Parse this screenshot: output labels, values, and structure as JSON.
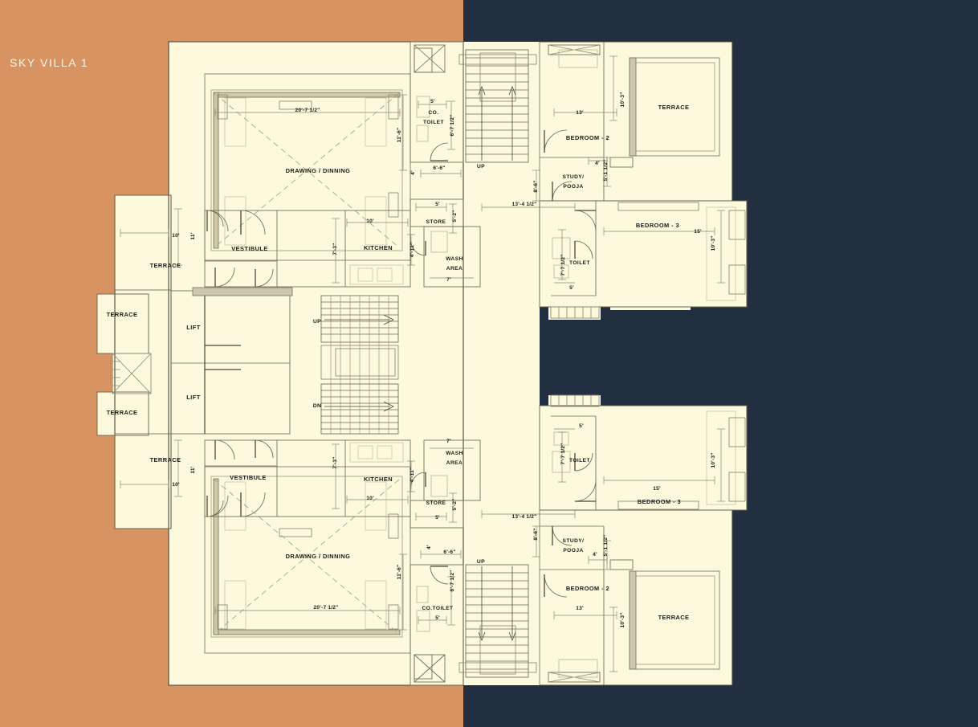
{
  "page": {
    "title": "SKY VILLA 1",
    "colors": {
      "panel_orange": "#d79361",
      "panel_navy": "#222f40",
      "plan_fill": "#fdf9dc",
      "plan_line": "#6f6a55",
      "plan_line_dark": "#3a372c",
      "text": "#1d1b16",
      "title_text": "#fdf6e8"
    }
  },
  "plan": {
    "name": "sky-villa-1-floor-plan",
    "type": "architectural-floor-plan",
    "orientation": "mirrored-duplex-pair",
    "units": {
      "upper": {
        "label": "upper-unit",
        "rooms": [
          {
            "name": "drawing-dinning",
            "label": "DRAWING / DINNING",
            "dims": [
              "20'-7 1/2\"",
              "11'-6\""
            ]
          },
          {
            "name": "terrace-west",
            "label": "TERRACE",
            "dims": [
              "10'",
              "11'"
            ]
          },
          {
            "name": "terrace-west-small-upper",
            "label": "TERRACE",
            "dims": []
          },
          {
            "name": "terrace-west-small-lower",
            "label": "TERRACE",
            "dims": []
          },
          {
            "name": "vestibule",
            "label": "VESTIBULE",
            "dims": []
          },
          {
            "name": "lift-1",
            "label": "LIFT",
            "dims": []
          },
          {
            "name": "lift-2",
            "label": "LIFT",
            "dims": []
          },
          {
            "name": "kitchen",
            "label": "KITCHEN",
            "dims": [
              "10'",
              "7'-3\""
            ]
          },
          {
            "name": "store",
            "label": "STORE",
            "dims": [
              "5'",
              "5'-2\""
            ]
          },
          {
            "name": "wash-area",
            "label": "WASH AREA",
            "dims": [
              "7'",
              "4'-11\""
            ]
          },
          {
            "name": "common-toilet",
            "label": "CO. TOILET",
            "dims": [
              "5'",
              "6'-7 1/2\""
            ]
          },
          {
            "name": "bedroom-2",
            "label": "BEDROOM - 2",
            "dims": [
              "13'",
              "10'-3\""
            ]
          },
          {
            "name": "study-pooja",
            "label": "STUDY/ POOJA",
            "dims": [
              "4'",
              "5'-1 1/2\""
            ]
          },
          {
            "name": "bedroom-3",
            "label": "BEDROOM - 3",
            "dims": [
              "15'",
              "10'-3\""
            ]
          },
          {
            "name": "toilet",
            "label": "TOILET",
            "dims": [
              "5'",
              "7'-7 1/2\""
            ]
          },
          {
            "name": "terrace-east",
            "label": "TERRACE",
            "dims": []
          }
        ],
        "corridor_dims": [
          "13'-4 1/2\"",
          "8'-6\"",
          "6'-6\"",
          "4'"
        ],
        "stair_labels": [
          "UP"
        ]
      },
      "lower": {
        "label": "lower-unit",
        "rooms": [
          {
            "name": "drawing-dinning",
            "label": "DRAWING / DINNING",
            "dims": [
              "20'-7 1/2\"",
              "11'-6\""
            ]
          },
          {
            "name": "terrace-west",
            "label": "TERRACE",
            "dims": [
              "10'",
              "11'"
            ]
          },
          {
            "name": "terrace-west-small-upper",
            "label": "TERRACE",
            "dims": []
          },
          {
            "name": "terrace-west-small-lower",
            "label": "TERRACE",
            "dims": []
          },
          {
            "name": "vestibule",
            "label": "VESTIBULE",
            "dims": []
          },
          {
            "name": "kitchen",
            "label": "KITCHEN",
            "dims": [
              "10'",
              "7'-3\""
            ]
          },
          {
            "name": "store",
            "label": "STORE",
            "dims": [
              "5'",
              "5'-2\""
            ]
          },
          {
            "name": "wash-area",
            "label": "WASH AREA",
            "dims": [
              "7'",
              "4'-11\""
            ]
          },
          {
            "name": "common-toilet",
            "label": "CO.TOILET",
            "dims": [
              "5'",
              "6'-7 1/2\""
            ]
          },
          {
            "name": "bedroom-2",
            "label": "BEDROOM - 2",
            "dims": [
              "13'",
              "10'-3\""
            ]
          },
          {
            "name": "study-pooja",
            "label": "STUDY/ POOJA",
            "dims": [
              "4'",
              "5'-1 1/2\""
            ]
          },
          {
            "name": "bedroom-3",
            "label": "BEDROOM - 3",
            "dims": [
              "15'",
              "10'-3\""
            ]
          },
          {
            "name": "toilet",
            "label": "TOILET",
            "dims": [
              "5'",
              "7'-7 1/2\""
            ]
          },
          {
            "name": "terrace-east",
            "label": "TERRACE",
            "dims": []
          }
        ],
        "corridor_dims": [
          "13'-4 1/2\"",
          "8'-6\"",
          "6'-6\"",
          "4'"
        ],
        "stair_labels": [
          "UP"
        ]
      },
      "core": {
        "label": "central-stair-core",
        "stair_labels": [
          "UP",
          "DN"
        ]
      }
    },
    "labels": {
      "drawing_dinning": "DRAWING / DINNING",
      "terrace": "TERRACE",
      "vestibule": "VESTIBULE",
      "lift": "LIFT",
      "kitchen": "KITCHEN",
      "store": "STORE",
      "wash_area_l1": "WASH",
      "wash_area_l2": "AREA",
      "co_toilet_l1": "CO.",
      "co_toilet_l2": "TOILET",
      "co_toilet_one_line": "CO.TOILET",
      "bedroom_2": "BEDROOM - 2",
      "bedroom_3": "BEDROOM - 3",
      "study_l1": "STUDY/",
      "study_l2": "POOJA",
      "toilet": "TOILET",
      "up": "UP",
      "dn": "DN"
    },
    "dimensions": {
      "d_20_7_half": "20'-7 1/2\"",
      "d_11_6": "11'-6\"",
      "d_10": "10'",
      "d_11": "11'",
      "d_7_3": "7'-3\"",
      "d_5": "5'",
      "d_5_2": "5'-2\"",
      "d_7": "7'",
      "d_4_11": "4'-11\"",
      "d_6_7_half": "6'-7 1/2\"",
      "d_6_6": "6'-6\"",
      "d_4": "4'",
      "d_13_4_half": "13'-4 1/2\"",
      "d_8_6": "8'-6\"",
      "d_13": "13'",
      "d_10_3": "10'-3\"",
      "d_5_1_half": "5'-1 1/2\"",
      "d_15": "15'",
      "d_7_7_half": "7'-7 1/2\""
    }
  }
}
